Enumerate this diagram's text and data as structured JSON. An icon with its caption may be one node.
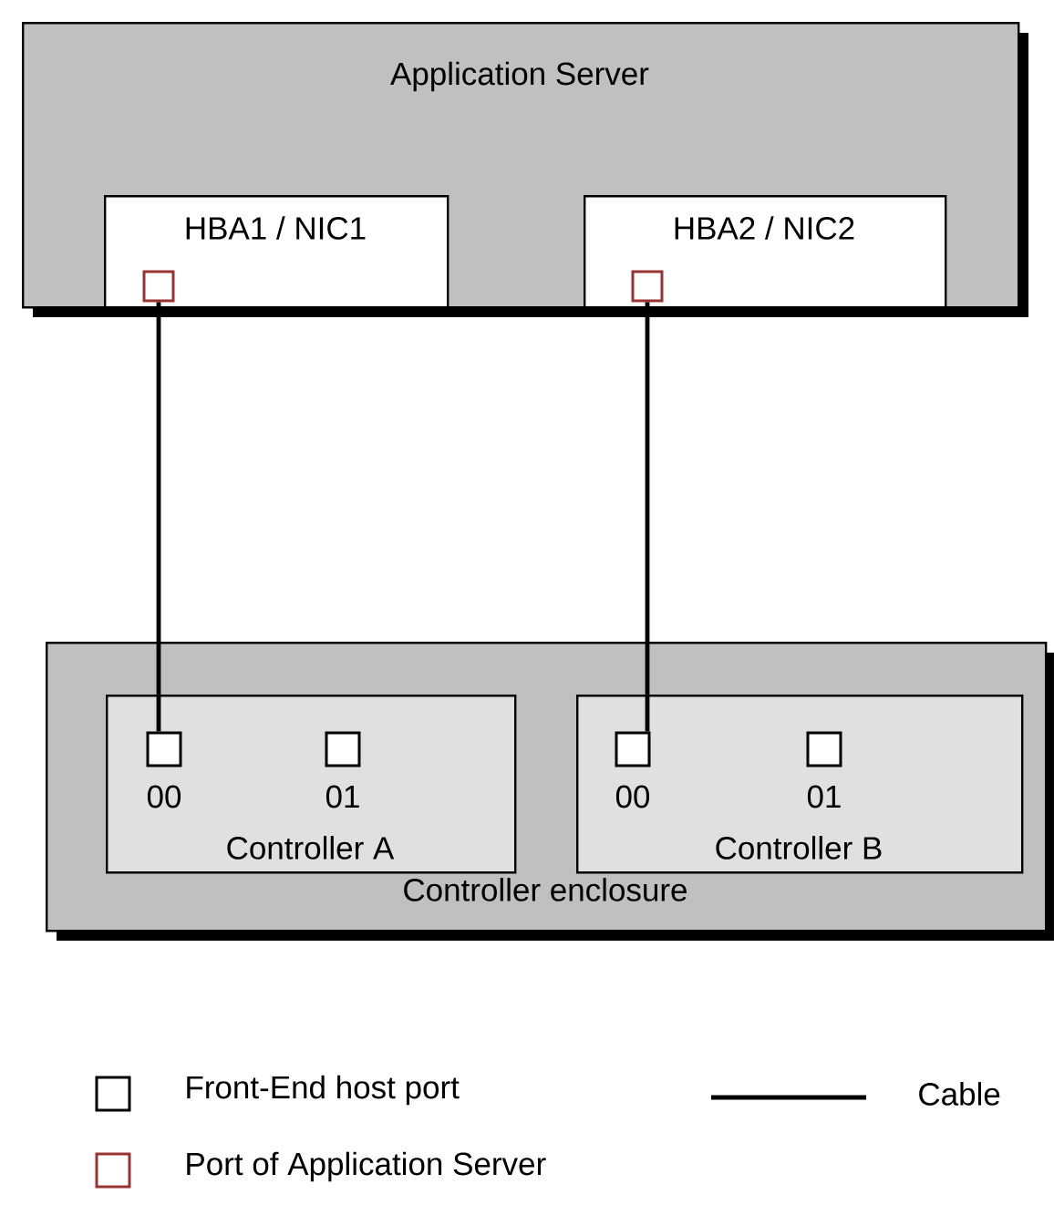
{
  "diagram": {
    "nodes": [
      {
        "text": [
          "Application Server"
        ]
      },
      {
        "text": [
          "HBA1 / NIC1"
        ],
        "in": 0
      },
      {
        "text": [
          "HBA2 / NIC2"
        ],
        "in": 0
      },
      {
        "text": [],
        "shape": "box",
        "in": 1
      },
      {
        "text": [],
        "shape": "box",
        "in": 2
      },
      {
        "text": [
          "Controller enclosure"
        ]
      },
      {
        "text": [
          "Controller A"
        ],
        "in": 5
      },
      {
        "text": [],
        "shape": "box",
        "in": 6,
        "beside": [
          "00"
        ]
      },
      {
        "text": [],
        "shape": "box",
        "in": 6,
        "beside": [
          "01"
        ]
      },
      {
        "text": [
          "Controller B"
        ],
        "in": 5
      },
      {
        "text": [],
        "shape": "box",
        "in": 9,
        "beside": [
          "00"
        ]
      },
      {
        "text": [],
        "shape": "box",
        "in": 9,
        "beside": [
          "01"
        ]
      }
    ],
    "edges": [
      {
        "from": 3,
        "to": 7,
        "arrow": "none"
      },
      {
        "from": 4,
        "to": 10,
        "arrow": "none"
      }
    ],
    "legend": [
      {
        "text": "Front-End host port"
      },
      {
        "text": "Port of Application Server"
      },
      {
        "text": "Cable"
      }
    ]
  }
}
